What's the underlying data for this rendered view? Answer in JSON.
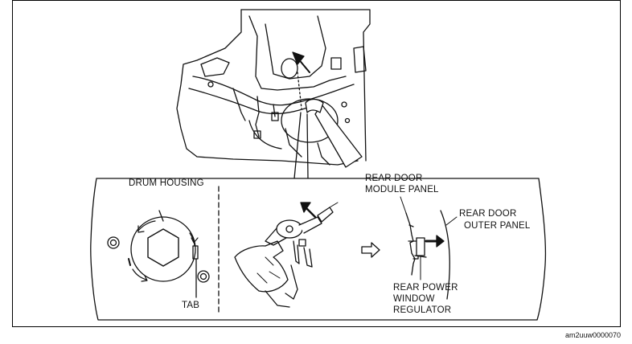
{
  "labels": {
    "drum_housing": "DRUM HOUSING",
    "tab": "TAB",
    "rear_door_module_panel_line1": "REAR DOOR",
    "rear_door_module_panel_line2": "MODULE PANEL",
    "rear_door_outer_panel_line1": "REAR DOOR",
    "rear_door_outer_panel_line2": "OUTER PANEL",
    "rear_power_window_regulator_line1": "REAR POWER",
    "rear_power_window_regulator_line2": "WINDOW",
    "rear_power_window_regulator_line3": "REGULATOR"
  },
  "figure_id": "am2uuw0000070",
  "colors": {
    "line": "#111111",
    "background": "#ffffff"
  }
}
